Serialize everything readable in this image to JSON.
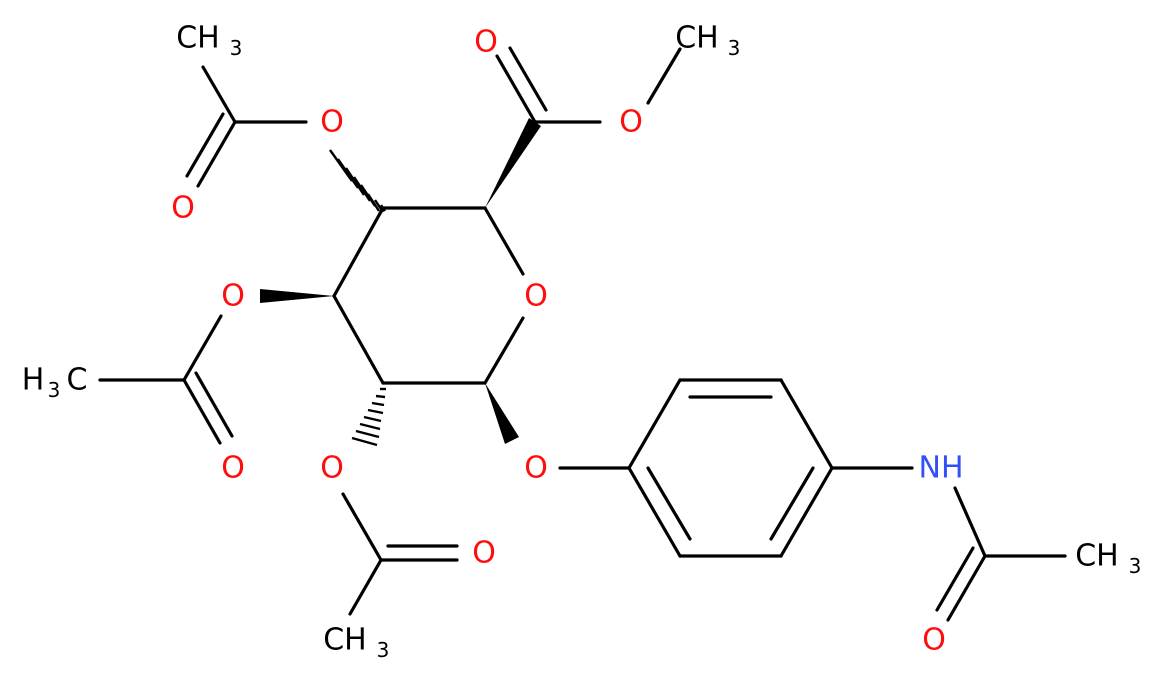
{
  "molecule": {
    "colors": {
      "bond": "#000000",
      "oxygen": "#ff0d0d",
      "nitrogen": "#3050f8",
      "carbon": "#000000"
    },
    "labels": {
      "o_carbonyl_ester": "O",
      "ch3_ester": "CH",
      "ch3_ester_sub": "3",
      "o_ester": "O",
      "ch3_acetyl_top": "CH",
      "ch3_acetyl_top_sub": "3",
      "o_acetyl_top": "O",
      "o_acetyl_top_carbonyl": "O",
      "o_ring": "O",
      "o_acetyl_mid": "O",
      "h3c_acetyl_mid": "H",
      "h3c_acetyl_mid_sub": "3",
      "h3c_acetyl_mid_c": "C",
      "o_acetyl_mid_carbonyl": "O",
      "o_acetyl_low": "O",
      "o_acetyl_low_carbonyl": "O",
      "ch3_acetyl_low": "CH",
      "ch3_acetyl_low_sub": "3",
      "o_glycosidic": "O",
      "nh": "NH",
      "ch3_amide": "CH",
      "ch3_amide_sub": "3",
      "o_amide": "O"
    }
  }
}
